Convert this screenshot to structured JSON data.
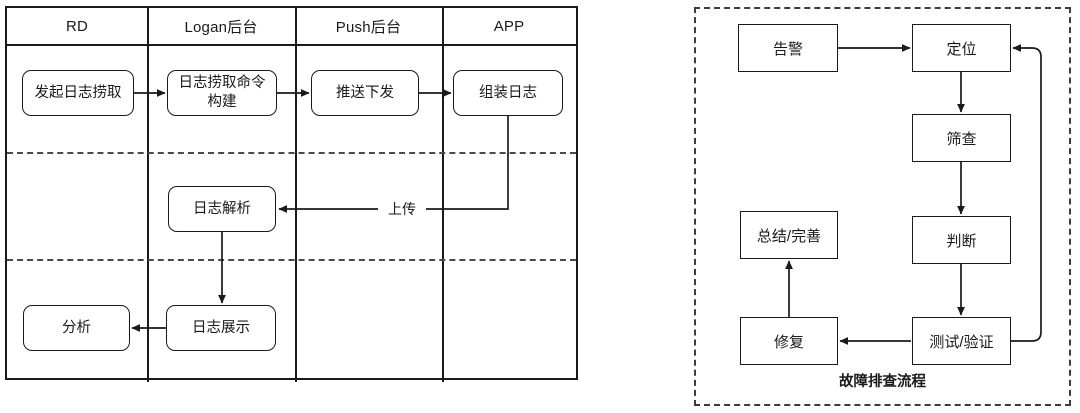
{
  "left_diagram": {
    "name": "log-retrieval-swimlane",
    "lanes": [
      {
        "id": "rd",
        "label": "RD"
      },
      {
        "id": "logan",
        "label": "Logan后台"
      },
      {
        "id": "push",
        "label": "Push后台"
      },
      {
        "id": "app",
        "label": "APP"
      }
    ],
    "nodes": [
      {
        "id": "n1",
        "lane": "rd",
        "label": "发起日志捞取"
      },
      {
        "id": "n2",
        "lane": "logan",
        "label": "日志捞取命令构建"
      },
      {
        "id": "n3",
        "lane": "push",
        "label": "推送下发"
      },
      {
        "id": "n4",
        "lane": "app",
        "label": "组装日志"
      },
      {
        "id": "n5",
        "lane": "logan",
        "label": "日志解析"
      },
      {
        "id": "n6",
        "lane": "logan",
        "label": "日志展示"
      },
      {
        "id": "n7",
        "lane": "rd",
        "label": "分析"
      }
    ],
    "edges": [
      {
        "from": "n1",
        "to": "n2",
        "label": ""
      },
      {
        "from": "n2",
        "to": "n3",
        "label": ""
      },
      {
        "from": "n3",
        "to": "n4",
        "label": ""
      },
      {
        "from": "n4",
        "to": "n5",
        "label": "上传"
      },
      {
        "from": "n5",
        "to": "n6",
        "label": ""
      },
      {
        "from": "n6",
        "to": "n7",
        "label": ""
      }
    ],
    "upload_label": "上传"
  },
  "right_diagram": {
    "name": "fault-troubleshooting-flow",
    "caption": "故障排查流程",
    "nodes": [
      {
        "id": "r1",
        "label": "告警"
      },
      {
        "id": "r2",
        "label": "定位"
      },
      {
        "id": "r3",
        "label": "筛查"
      },
      {
        "id": "r4",
        "label": "判断"
      },
      {
        "id": "r5",
        "label": "测试/验证"
      },
      {
        "id": "r6",
        "label": "修复"
      },
      {
        "id": "r7",
        "label": "总结/完善"
      }
    ],
    "edges": [
      {
        "from": "r1",
        "to": "r2"
      },
      {
        "from": "r2",
        "to": "r3"
      },
      {
        "from": "r3",
        "to": "r4"
      },
      {
        "from": "r4",
        "to": "r5"
      },
      {
        "from": "r5",
        "to": "r6"
      },
      {
        "from": "r5",
        "to": "r2"
      },
      {
        "from": "r6",
        "to": "r7"
      }
    ]
  },
  "colors": {
    "stroke": "#1a1a1a",
    "dashed": "#3c3c3c",
    "background": "#ffffff"
  }
}
